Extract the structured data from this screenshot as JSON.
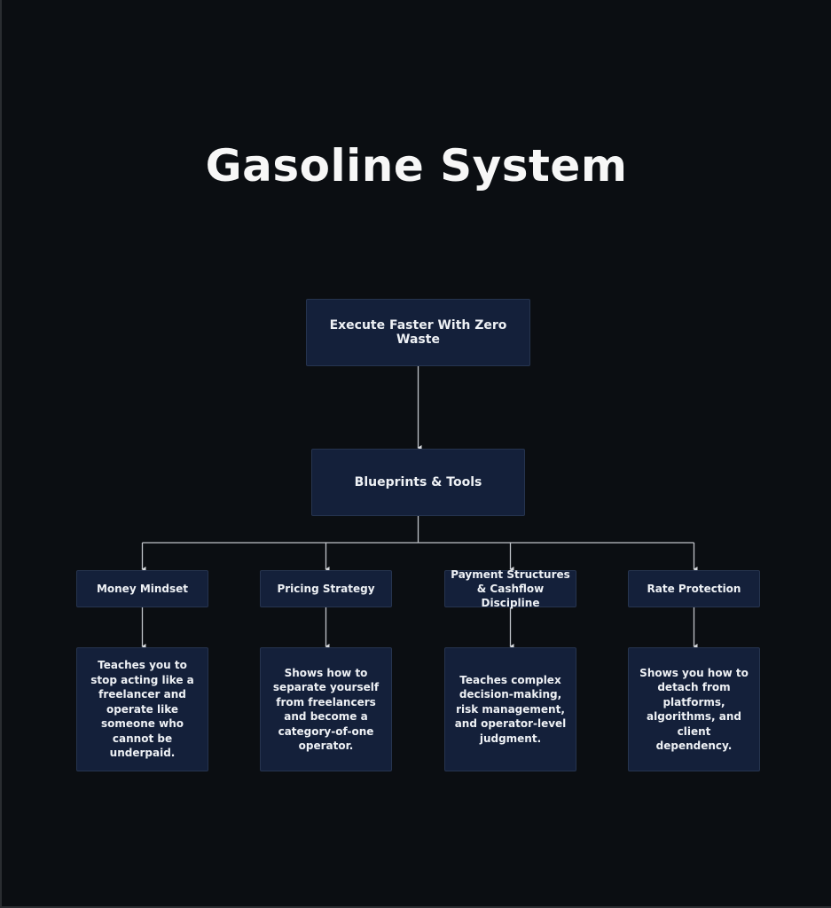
{
  "title": "Gasoline System",
  "root": {
    "label": "Execute Faster With Zero Waste"
  },
  "mid": {
    "label": "Blueprints & Tools"
  },
  "categories": [
    {
      "label": "Money Mindset",
      "description": "Teaches you to stop acting like a freelancer and operate like someone who cannot be underpaid."
    },
    {
      "label": "Pricing Strategy",
      "description": "Shows how to separate yourself from freelancers and become a category-of-one operator."
    },
    {
      "label": "Payment Structures & Cashflow Discipline",
      "description": "Teaches complex decision-making, risk management, and operator-level judgment."
    },
    {
      "label": "Rate Protection",
      "description": "Shows you how to detach from platforms, algorithms, and client dependency."
    }
  ],
  "colors": {
    "background": "#0b0e12",
    "node_fill": "#14203a",
    "node_border": "#26344f",
    "connector": "#bfc3c8",
    "text": "#eef1f5"
  }
}
